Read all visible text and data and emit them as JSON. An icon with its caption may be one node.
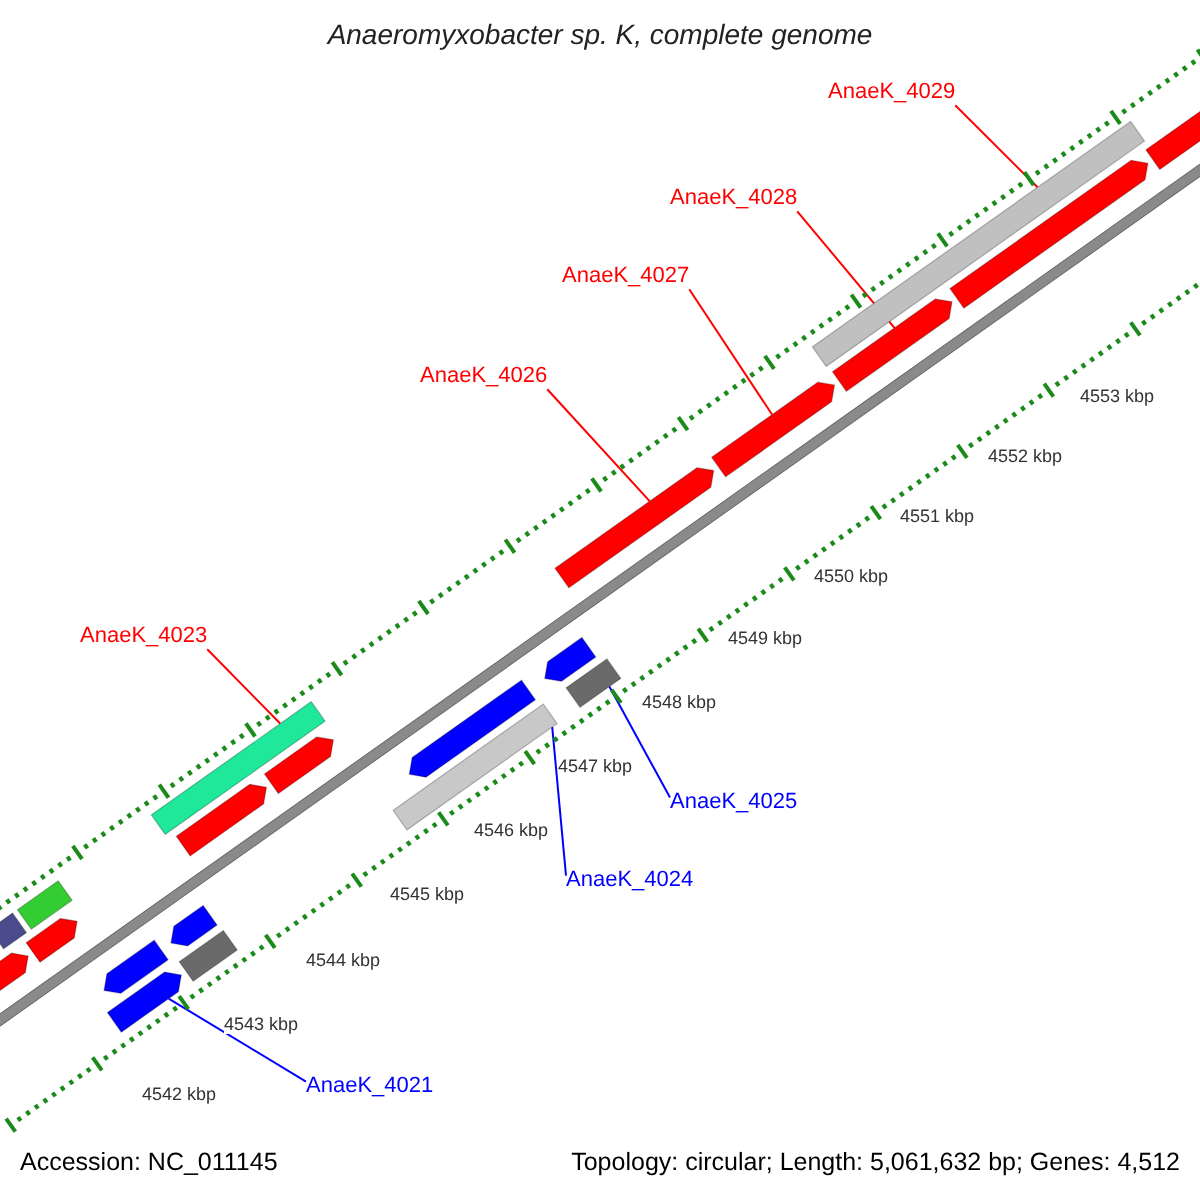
{
  "diagram": {
    "title": "Anaeromyxobacter sp. K, complete genome",
    "nodes": [
      {
        "text": [
          "AnaeK_4029"
        ]
      },
      {
        "text": [
          "AnaeK_4028"
        ]
      },
      {
        "text": [
          "AnaeK_4027"
        ]
      },
      {
        "text": [
          "AnaeK_4026"
        ]
      },
      {
        "text": [
          "AnaeK_4023"
        ]
      },
      {
        "text": [
          "AnaeK_4025"
        ]
      },
      {
        "text": [
          "AnaeK_4024"
        ]
      },
      {
        "text": [
          "AnaeK_4021"
        ]
      },
      {
        "text": [],
        "shape": "bar"
      },
      {
        "text": [],
        "shape": "bar"
      },
      {
        "text": [],
        "shape": "bar"
      },
      {
        "text": [],
        "shape": "bar"
      },
      {
        "text": [],
        "shape": "bar"
      },
      {
        "text": [],
        "shape": "bar"
      },
      {
        "text": [],
        "shape": "bar"
      },
      {
        "text": [],
        "shape": "bar"
      },
      {
        "text": [],
        "shape": "bar"
      },
      {
        "text": [],
        "shape": "bar"
      },
      {
        "text": [],
        "shape": "bar"
      },
      {
        "text": [],
        "shape": "bar"
      },
      {
        "text": [],
        "shape": "bar"
      },
      {
        "text": [],
        "shape": "bar"
      },
      {
        "text": [],
        "shape": "bar"
      },
      {
        "text": [],
        "shape": "bar"
      },
      {
        "text": [],
        "shape": "bar"
      },
      {
        "text": [],
        "shape": "bar"
      },
      {
        "text": [],
        "shape": "bar"
      },
      {
        "text": [],
        "shape": "bar"
      },
      {
        "text": [],
        "shape": "bar"
      }
    ],
    "edges": [
      {
        "from": 0,
        "to": 25,
        "arrow": "none"
      },
      {
        "from": 1,
        "to": 26,
        "arrow": "none"
      },
      {
        "from": 2,
        "to": 24,
        "arrow": "none"
      },
      {
        "from": 3,
        "to": 23,
        "arrow": "none"
      },
      {
        "from": 4,
        "to": 16,
        "arrow": "none"
      },
      {
        "from": 5,
        "to": 22,
        "arrow": "none",
        "color": "#0000ff"
      },
      {
        "from": 6,
        "to": 19,
        "arrow": "none",
        "color": "#0000ff"
      },
      {
        "from": 7,
        "to": 12,
        "arrow": "none",
        "color": "#0000ff"
      }
    ],
    "labels": [
      "4553 kbp",
      "4552 kbp",
      "4551 kbp",
      "4550 kbp",
      "4549 kbp",
      "4548 kbp",
      "4547 kbp",
      "4546 kbp",
      "4545 kbp",
      "4544 kbp",
      "4543 kbp",
      "4542 kbp",
      "Accession: NC_011145",
      "Topology: circular; Length: 5,061,632 bp; Genes: 4,512"
    ]
  }
}
